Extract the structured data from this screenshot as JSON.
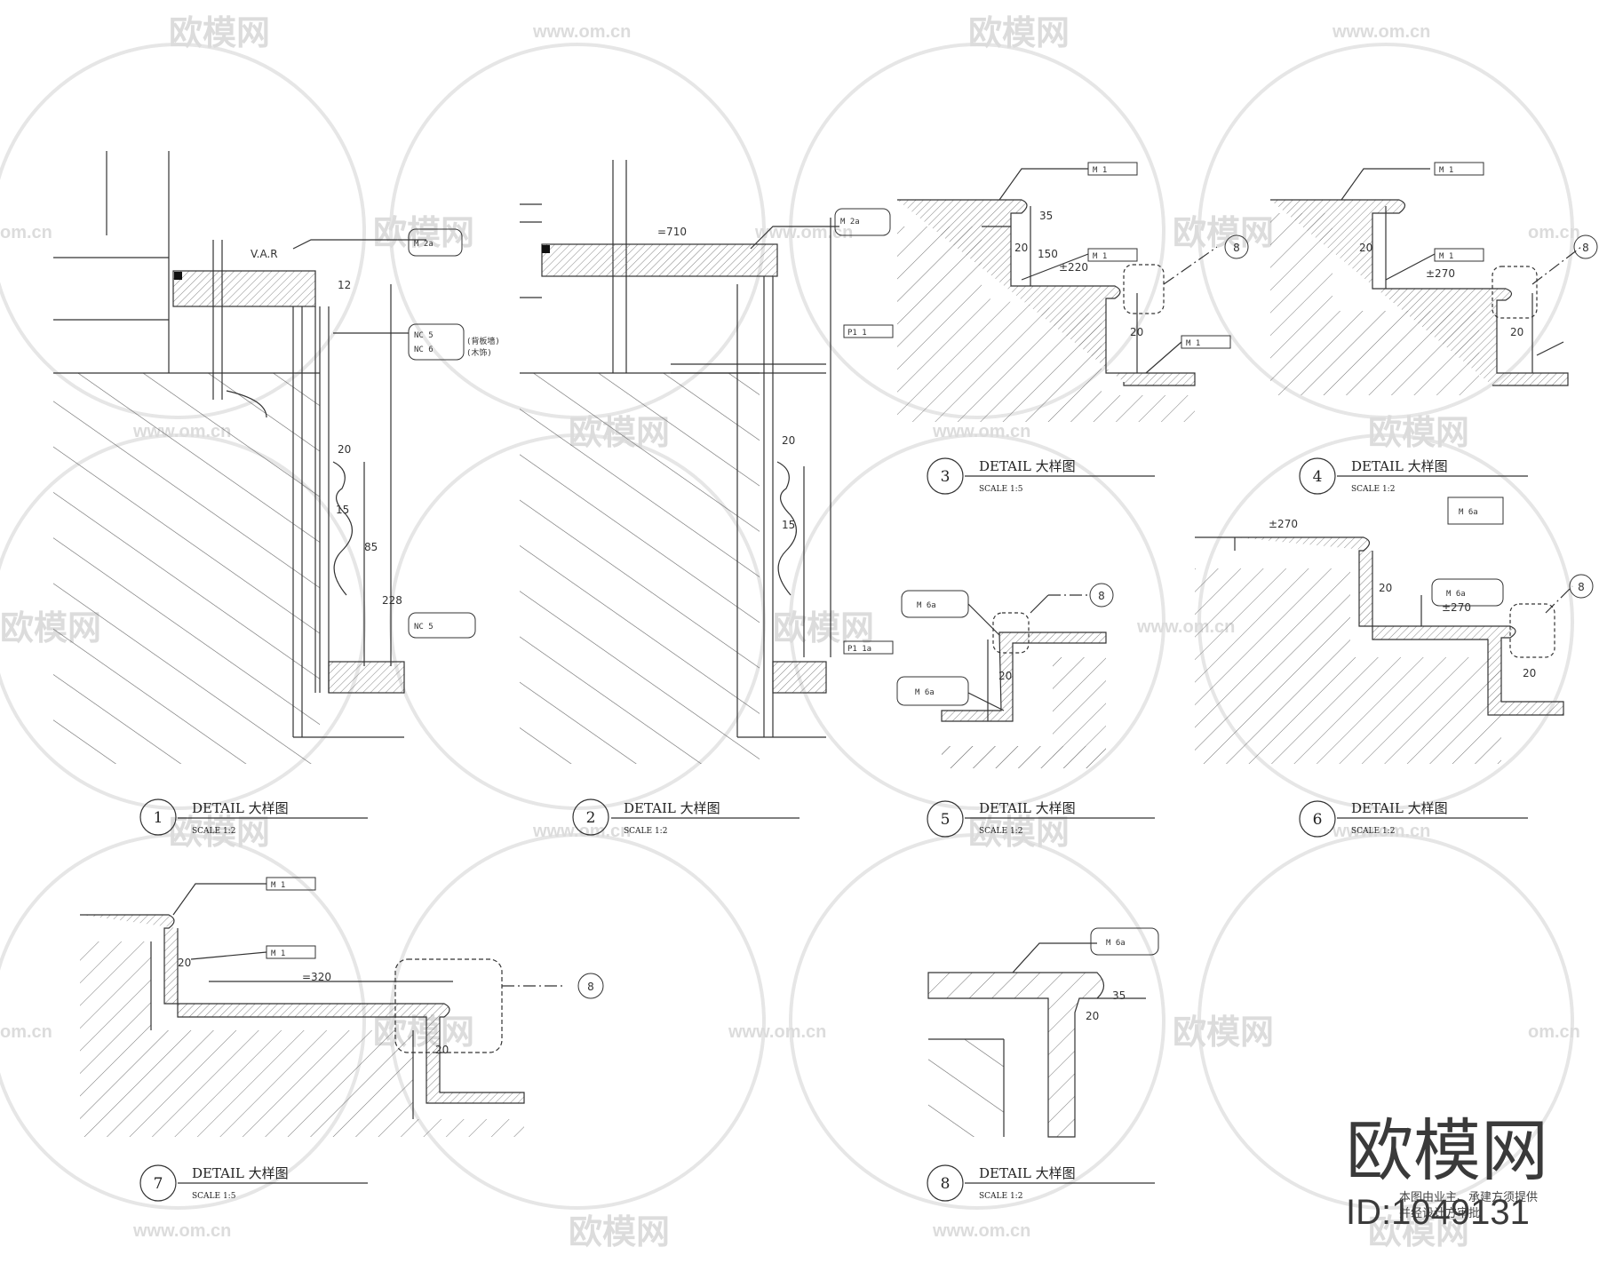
{
  "watermark": {
    "brand_text": "欧模网",
    "site_text": "www.om.cn",
    "side_text": "om.cn"
  },
  "colors": {
    "line": "#333333",
    "watermark": "#dcdcdc",
    "hatch": "#777777"
  },
  "details": [
    {
      "number": "1",
      "title": "DETAIL 大样图",
      "scale": "SCALE  1:2"
    },
    {
      "number": "2",
      "title": "DETAIL 大样图",
      "scale": "SCALE  1:2"
    },
    {
      "number": "3",
      "title": "DETAIL 大样图",
      "scale": "SCALE  1:5"
    },
    {
      "number": "4",
      "title": "DETAIL 大样图",
      "scale": "SCALE  1:2"
    },
    {
      "number": "5",
      "title": "DETAIL 大样图",
      "scale": "SCALE  1:2"
    },
    {
      "number": "6",
      "title": "DETAIL 大样图",
      "scale": "SCALE  1:2"
    },
    {
      "number": "7",
      "title": "DETAIL 大样图",
      "scale": "SCALE  1:5"
    },
    {
      "number": "8",
      "title": "DETAIL 大样图",
      "scale": "SCALE  1:2"
    }
  ],
  "callout_ref": "8",
  "tags": {
    "m1": "M 1",
    "m2a": "M 2a",
    "m6a": "M 6a",
    "nc5": "NC 5",
    "nc6": "NC 6",
    "p1": "P1 1",
    "p1a": "P1 1a",
    "gb_note1": "(背板墙)",
    "gb_note2": "(木饰)"
  },
  "dims": {
    "var": "V.A.R",
    "d20": "20",
    "d35": "35",
    "d150": "150",
    "d220": "±220",
    "d270": "±270",
    "d320": "=320",
    "d710": "=710",
    "d12": "12",
    "d15": "15",
    "d85": "85",
    "d228": "228"
  },
  "brand_block": {
    "logo": "欧模网",
    "id": "ID:1049131",
    "note_line1": "本图由业主、承建方须提供",
    "note_line2": "并经设计方审批"
  }
}
